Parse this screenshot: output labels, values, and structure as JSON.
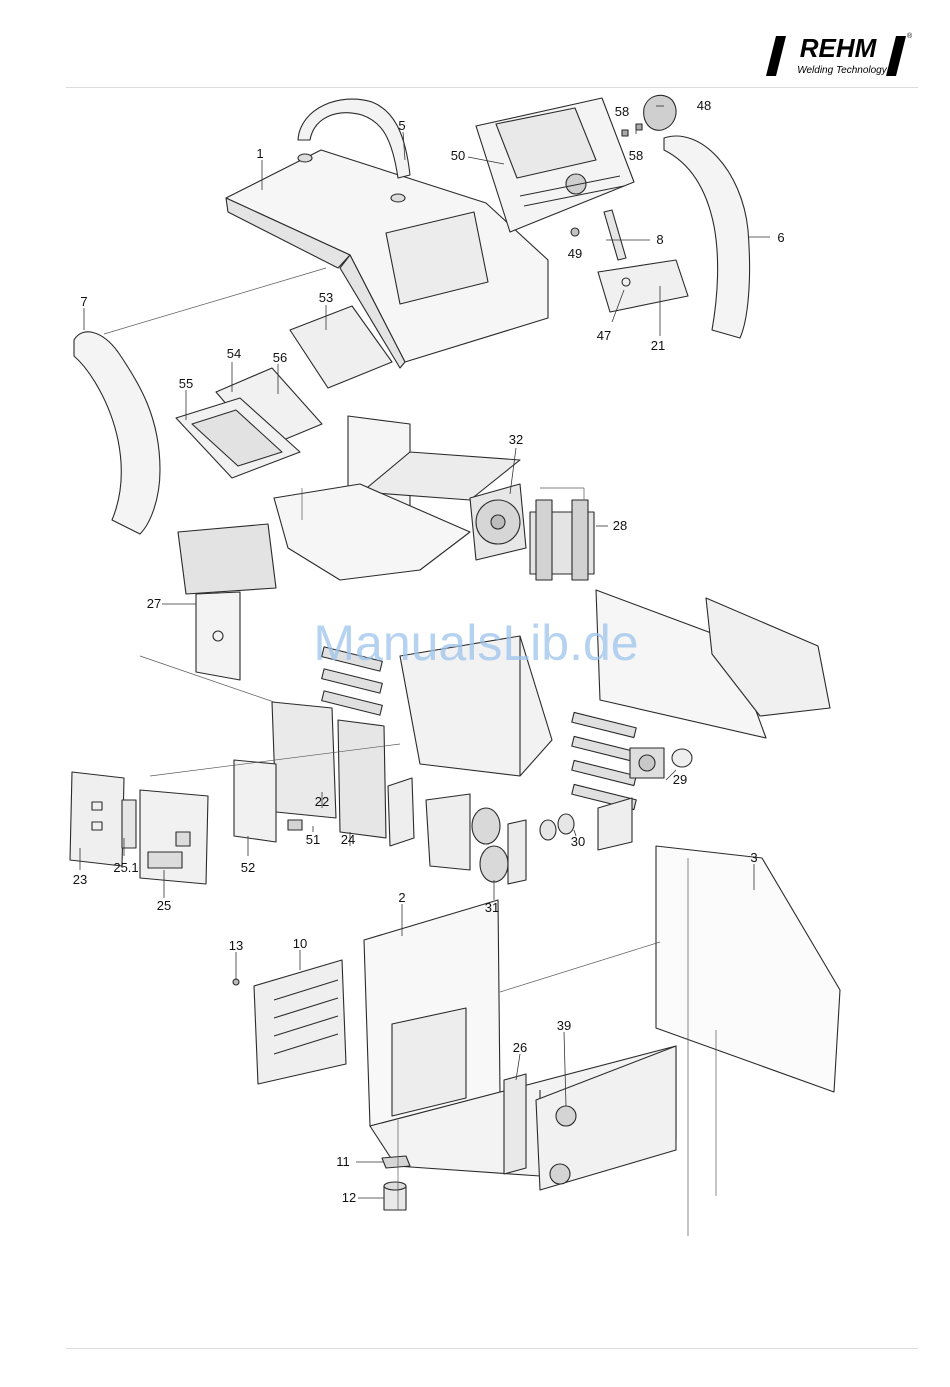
{
  "header": {
    "brand": "REHM",
    "registered_mark": "®",
    "tagline": "Welding Technology"
  },
  "watermark": "ManualsLib.de",
  "parts": [
    {
      "id": "p1",
      "label": "1"
    },
    {
      "id": "p2",
      "label": "2"
    },
    {
      "id": "p3",
      "label": "3"
    },
    {
      "id": "p5",
      "label": "5"
    },
    {
      "id": "p6",
      "label": "6"
    },
    {
      "id": "p7",
      "label": "7"
    },
    {
      "id": "p8",
      "label": "8"
    },
    {
      "id": "p10",
      "label": "10"
    },
    {
      "id": "p11",
      "label": "11"
    },
    {
      "id": "p12",
      "label": "12"
    },
    {
      "id": "p13",
      "label": "13"
    },
    {
      "id": "p21",
      "label": "21"
    },
    {
      "id": "p22",
      "label": "22"
    },
    {
      "id": "p23",
      "label": "23"
    },
    {
      "id": "p24",
      "label": "24"
    },
    {
      "id": "p25",
      "label": "25"
    },
    {
      "id": "p25_1",
      "label": "25.1"
    },
    {
      "id": "p26",
      "label": "26"
    },
    {
      "id": "p27",
      "label": "27"
    },
    {
      "id": "p28",
      "label": "28"
    },
    {
      "id": "p29",
      "label": "29"
    },
    {
      "id": "p30",
      "label": "30"
    },
    {
      "id": "p31",
      "label": "31"
    },
    {
      "id": "p32",
      "label": "32"
    },
    {
      "id": "p39",
      "label": "39"
    },
    {
      "id": "p47",
      "label": "47"
    },
    {
      "id": "p48",
      "label": "48"
    },
    {
      "id": "p49",
      "label": "49"
    },
    {
      "id": "p50",
      "label": "50"
    },
    {
      "id": "p51",
      "label": "51"
    },
    {
      "id": "p52",
      "label": "52"
    },
    {
      "id": "p53",
      "label": "53"
    },
    {
      "id": "p54",
      "label": "54"
    },
    {
      "id": "p55",
      "label": "55"
    },
    {
      "id": "p56",
      "label": "56"
    },
    {
      "id": "p58a",
      "label": "58"
    },
    {
      "id": "p58b",
      "label": "58"
    }
  ]
}
